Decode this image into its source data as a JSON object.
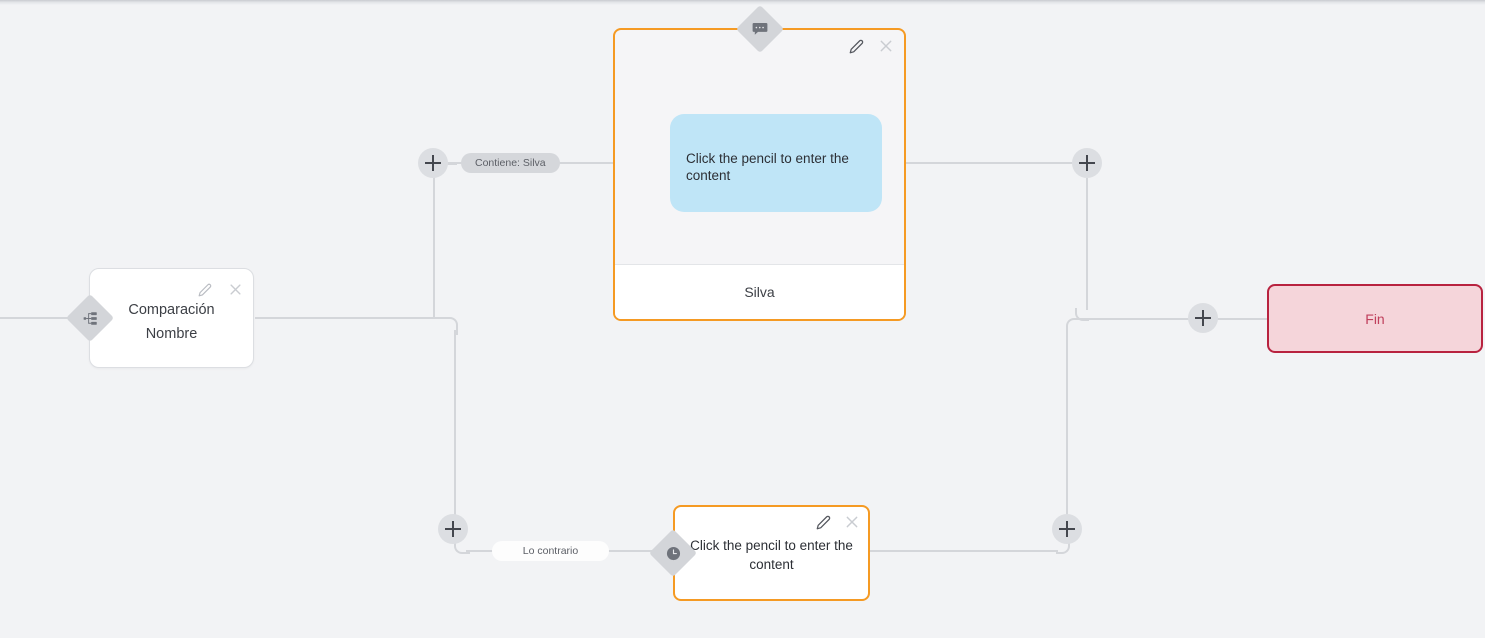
{
  "app": {
    "canvas_background": "#f2f3f5",
    "accent_orange": "#f59a23",
    "accent_red": "#b8223f",
    "bubble_blue": "#bfe5f7",
    "line_gray": "#d4d6da"
  },
  "nodes": {
    "comparison": {
      "title_line1": "Comparación",
      "title_line2": "Nombre",
      "badge_icon": "sitemap-icon",
      "edit_icon": "pencil-icon",
      "close_icon": "close-icon"
    },
    "message_top": {
      "badge_icon": "speech-bubble-icon",
      "edit_icon": "pencil-icon",
      "close_icon": "close-icon",
      "bubble_text": "Click the pencil to enter the content",
      "footer_label": "Silva"
    },
    "message_bottom": {
      "badge_icon": "clock-icon",
      "edit_icon": "pencil-icon",
      "close_icon": "close-icon",
      "bubble_text": "Click the pencil to enter the content"
    },
    "end": {
      "label": "Fin"
    }
  },
  "edge_labels": {
    "contains_silva": "Contiene: Silva",
    "otherwise": "Lo contrario"
  },
  "add_buttons": {
    "icon": "plus-icon",
    "top_branch": "add-node-top-branch",
    "bottom_branch": "add-node-bottom-branch",
    "top_merge": "add-node-top-merge",
    "bottom_merge": "add-node-bottom-merge",
    "before_end": "add-node-before-end"
  }
}
